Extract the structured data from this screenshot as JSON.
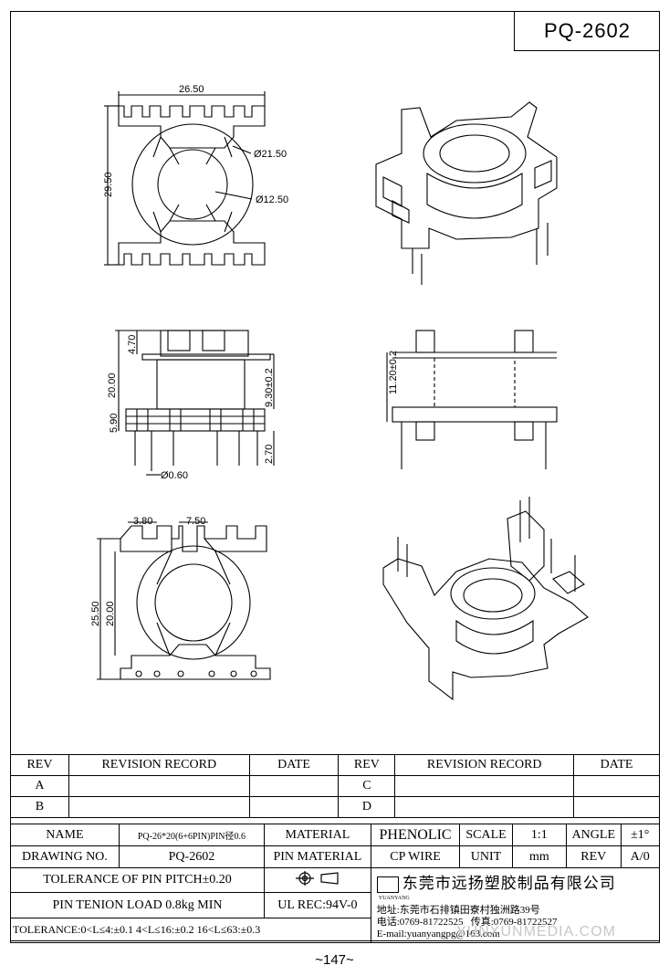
{
  "part_number": "PQ-2602",
  "dimensions": {
    "top_width": "26.50",
    "top_height": "29.50",
    "outer_dia": "Ø21.50",
    "inner_dia": "Ø12.50",
    "pin_top": "4.70",
    "total_height": "20.00",
    "core_height": "9.30±0.2",
    "base_height": "5.90",
    "pin_len": "2.70",
    "pin_dia": "Ø0.60",
    "side_height": "11.20±0.2",
    "slot_width": "3.80",
    "slot_pitch": "7.50",
    "bottom_outer": "25.50",
    "bottom_inner": "20.00"
  },
  "revision_table": {
    "header_rev": "REV",
    "header_record": "REVISION RECORD",
    "header_date": "DATE",
    "rows": [
      {
        "left": "A",
        "right": "C"
      },
      {
        "left": "B",
        "right": "D"
      }
    ]
  },
  "spec": {
    "name_label": "NAME",
    "name_value": "PQ-26*20(6+6PIN)PIN径0.6",
    "material_label": "MATERIAL",
    "material_value": "PHENOLIC",
    "scale_label": "SCALE",
    "scale_value": "1:1",
    "angle_label": "ANGLE",
    "angle_value": "±1°",
    "drawing_no_label": "DRAWING NO.",
    "drawing_no_value": "PQ-2602",
    "pin_material_label": "PIN MATERIAL",
    "pin_material_value": "CP WIRE",
    "unit_label": "UNIT",
    "unit_value": "mm",
    "rev_label": "REV",
    "rev_value": "A/0",
    "pitch_tolerance": "TOLERANCE OF PIN PITCH±0.20",
    "pin_tension": "PIN TENION LOAD 0.8kg MIN",
    "ul_rec": "UL REC:94V-0",
    "tolerance": "TOLERANCE:0<L≤4:±0.1  4<L≤16:±0.2  16<L≤63:±0.3"
  },
  "company": {
    "logo_text": "YUANYANG",
    "name": "东莞市远扬塑胶制品有限公司",
    "address": "地址:东莞市石排镇田寮村独洲路39号",
    "phone": "电话:0769-81722525",
    "fax": "传真:0769-81722527",
    "email": "E-mail:yuanyangpg@163.com"
  },
  "watermark": "YUNXUNMEDIA.COM",
  "page_number": "~147~"
}
